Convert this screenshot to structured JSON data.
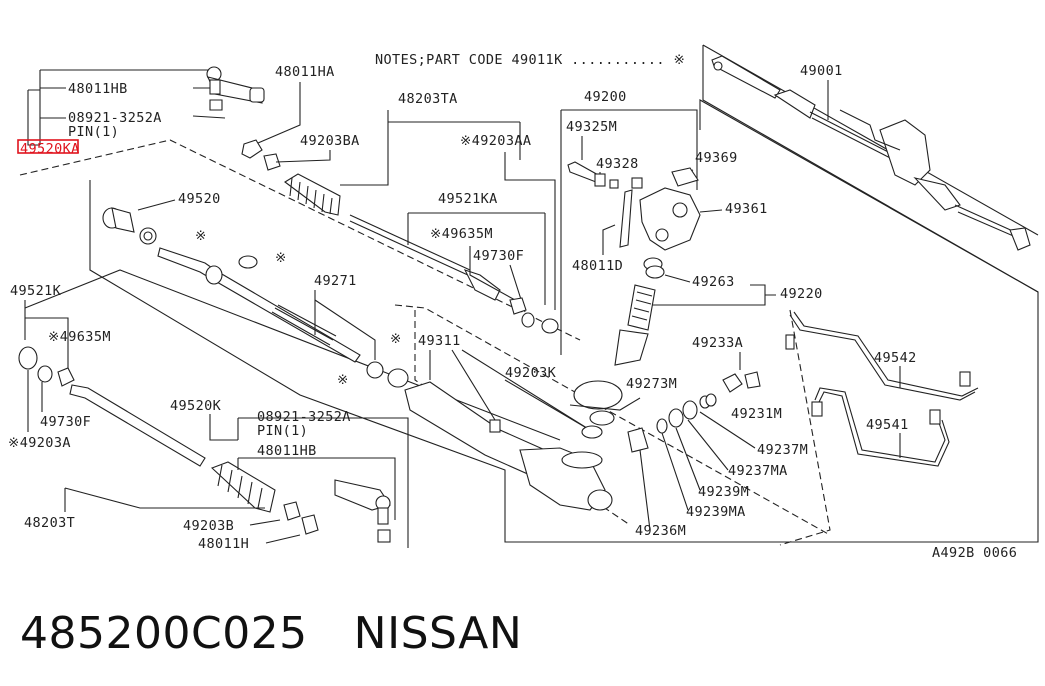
{
  "notes": {
    "text": "NOTES;PART CODE  49011K ........... ※"
  },
  "diagram_code": "A492B 0066",
  "part_labels": {
    "p48011HB_top": "48011HB",
    "p08921_top": "08921-3252A",
    "pin_top": "PIN(1)",
    "p49520KA": "49520KA",
    "p48011HA": "48011HA",
    "p48203TA": "48203TA",
    "p49203BA": "49203BA",
    "p49203AA": "※49203AA",
    "p49520": "49520",
    "p49521KA": "49521KA",
    "p49635M_a": "※49635M",
    "p49730F_a": "49730F",
    "p49271": "49271",
    "p49521K": "49521K",
    "p49635M_b": "※49635M",
    "p49730F_b": "49730F",
    "p49203A": "※49203A",
    "p48203T": "48203T",
    "p49520K": "49520K",
    "p08921_bot": "08921-3252A",
    "pin_bot": "PIN(1)",
    "p48011HB_bot": "48011HB",
    "p49203B": "49203B",
    "p48011H": "48011H",
    "p49311": "49311",
    "p49203K": "49203K",
    "p49273M": "49273M",
    "p49200": "49200",
    "p49325M": "49325M",
    "p49328": "49328",
    "p49369": "49369",
    "p49361": "49361",
    "p48011D": "48011D",
    "p49263": "49263",
    "p49220": "49220",
    "p49233A": "49233A",
    "p49231M": "49231M",
    "p49237M": "49237M",
    "p49237MA": "49237MA",
    "p49239M": "49239M",
    "p49239MA": "49239MA",
    "p49236M": "49236M",
    "p49542": "49542",
    "p49541": "49541",
    "p49001": "49001",
    "star": "※"
  },
  "highlighted_part": "49520KA",
  "highlight_color": "#e0141e",
  "caption": {
    "part_number": "485200C025",
    "brand": "NISSAN"
  }
}
